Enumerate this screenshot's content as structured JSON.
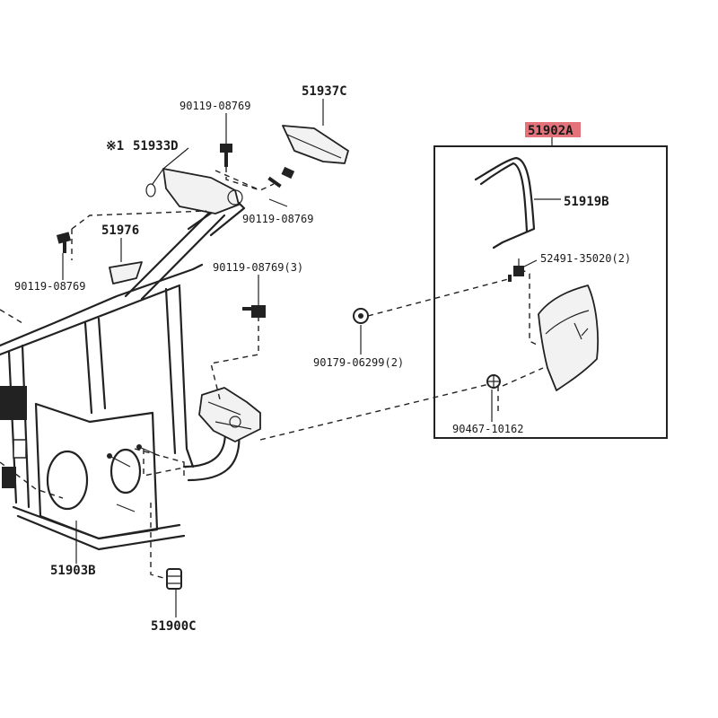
{
  "diagram": {
    "labels": {
      "p51937C": "51937C",
      "p90119_top": "90119-08769",
      "p51933D_mark": "※1",
      "p51933D": "51933D",
      "p90119_mid": "90119-08769",
      "p51976": "51976",
      "p90119_left": "90119-08769",
      "p90119_3": "90119-08769(3)",
      "p51902A": "51902A",
      "p51919B": "51919B",
      "p52491": "52491-35020(2)",
      "p90179": "90179-06299(2)",
      "p90467": "90467-10162",
      "p51903B": "51903B",
      "p51900C": "51900C"
    },
    "highlight_color": "#e0636b"
  }
}
